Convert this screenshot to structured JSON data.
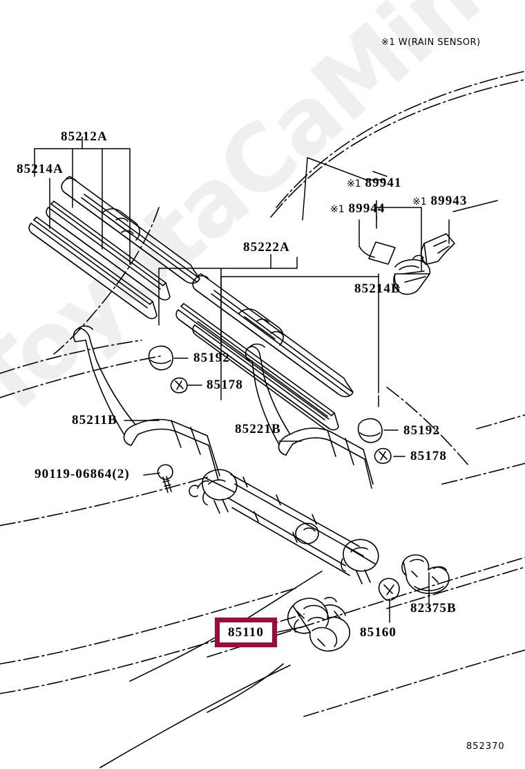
{
  "diagram": {
    "title_note": "※1 W(RAIN SENSOR)",
    "diagram_number": "852370",
    "watermark": "ToyotaCaMine.ru",
    "highlight_color": "#9e0b3f"
  },
  "parts": {
    "blade_refill_driver": "85214A",
    "blade_assy_driver": "85212A",
    "blade_assy_passenger": "85222A",
    "blade_refill_passenger": "85214B",
    "arm_driver": "85211B",
    "arm_passenger": "85221B",
    "cap_left": "85192",
    "nut_left": "85178",
    "cap_right": "85192",
    "nut_right": "85178",
    "bolt": "90119-06864(2)",
    "motor": "85110",
    "link_assy": "85160",
    "clamp": "82375B",
    "rain_sensor_main": "89941",
    "rain_sensor_bracket": "89944",
    "rain_sensor_cover": "89943",
    "star_mark": "※1"
  }
}
